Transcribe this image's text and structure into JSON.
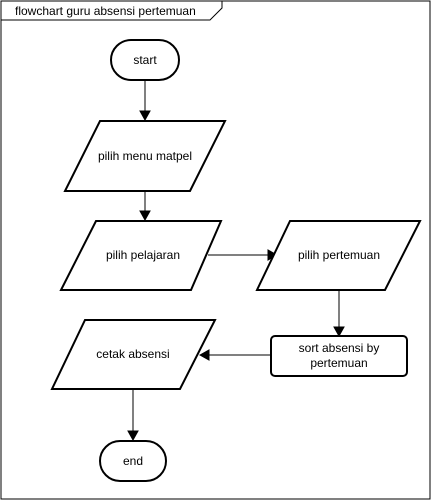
{
  "diagram": {
    "title": "flowchart guru absensi pertemuan",
    "nodes": {
      "start": {
        "label": "start",
        "shape": "terminator"
      },
      "pilih_menu_matpel": {
        "label": "pilih menu matpel",
        "shape": "parallelogram"
      },
      "pilih_pelajaran": {
        "label": "pilih pelajaran",
        "shape": "parallelogram"
      },
      "pilih_pertemuan": {
        "label": "pilih pertemuan",
        "shape": "parallelogram"
      },
      "sort_absensi": {
        "label_line1": "sort absensi by",
        "label_line2": "pertemuan",
        "shape": "rounded-rectangle"
      },
      "cetak_absensi": {
        "label": "cetak absensi",
        "shape": "parallelogram"
      },
      "end": {
        "label": "end",
        "shape": "terminator"
      }
    },
    "edges": [
      {
        "from": "start",
        "to": "pilih_menu_matpel"
      },
      {
        "from": "pilih_menu_matpel",
        "to": "pilih_pelajaran"
      },
      {
        "from": "pilih_pelajaran",
        "to": "pilih_pertemuan"
      },
      {
        "from": "pilih_pertemuan",
        "to": "sort_absensi"
      },
      {
        "from": "sort_absensi",
        "to": "cetak_absensi"
      },
      {
        "from": "cetak_absensi",
        "to": "end"
      }
    ]
  }
}
